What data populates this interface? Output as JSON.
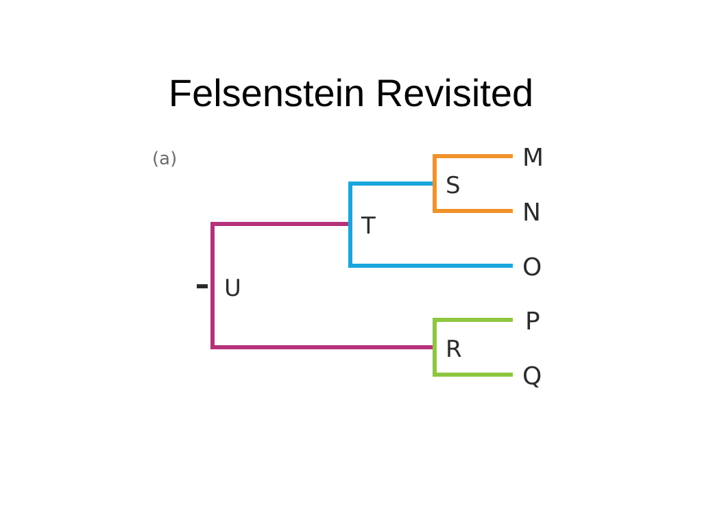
{
  "title": "Felsenstein Revisited",
  "diagram": {
    "panel_label": "(a)",
    "internal_nodes": {
      "U": "U",
      "T": "T",
      "S": "S",
      "R": "R"
    },
    "leaves": [
      "M",
      "N",
      "O",
      "P",
      "Q"
    ],
    "colors": {
      "U_branches": "#b5317a",
      "T_branches": "#1aa6dc",
      "S_branches": "#f0922a",
      "R_branches": "#8dc63f",
      "root_stub": "#2b2b2b"
    },
    "edges": [
      {
        "from": "U",
        "to": "T"
      },
      {
        "from": "U",
        "to": "R"
      },
      {
        "from": "T",
        "to": "S"
      },
      {
        "from": "T",
        "to": "O"
      },
      {
        "from": "S",
        "to": "M"
      },
      {
        "from": "S",
        "to": "N"
      },
      {
        "from": "R",
        "to": "P"
      },
      {
        "from": "R",
        "to": "Q"
      }
    ]
  }
}
